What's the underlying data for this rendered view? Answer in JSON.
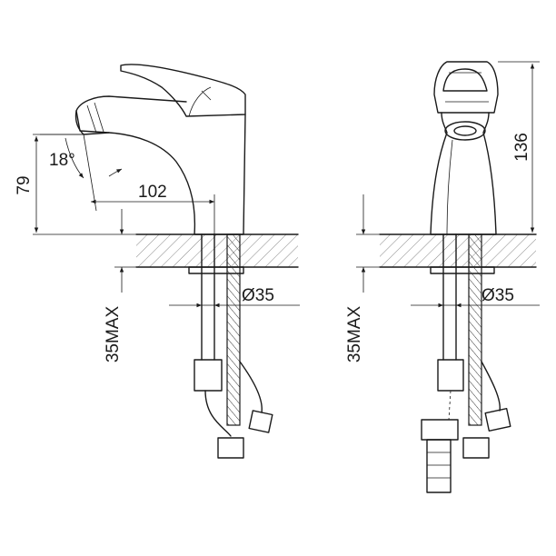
{
  "dimensions": {
    "height_79": "79",
    "angle_18": "18°",
    "reach_102": "102",
    "height_136": "136",
    "diameter_left": "Ø35",
    "diameter_right": "Ø35",
    "thickness_left": "35MAX",
    "thickness_right": "35MAX"
  }
}
